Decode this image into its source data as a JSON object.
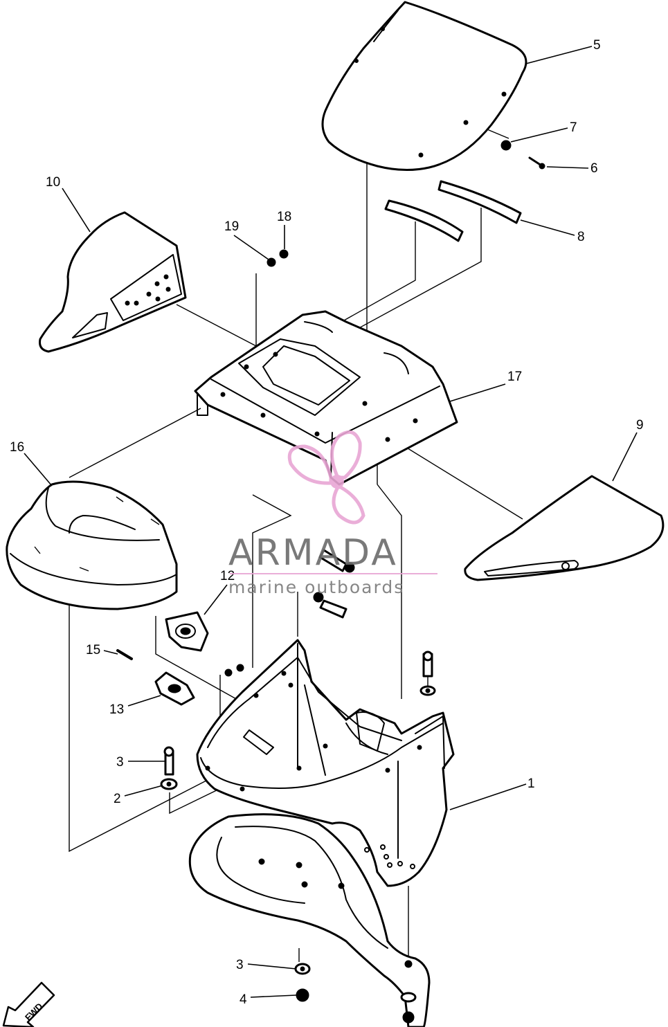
{
  "callouts": [
    {
      "id": "p5",
      "label": "5"
    },
    {
      "id": "p7",
      "label": "7"
    },
    {
      "id": "p6",
      "label": "6"
    },
    {
      "id": "p8",
      "label": "8"
    },
    {
      "id": "p10",
      "label": "10"
    },
    {
      "id": "p19",
      "label": "19"
    },
    {
      "id": "p18",
      "label": "18"
    },
    {
      "id": "p17",
      "label": "17"
    },
    {
      "id": "p16",
      "label": "16"
    },
    {
      "id": "p9",
      "label": "9"
    },
    {
      "id": "p12",
      "label": "12"
    },
    {
      "id": "p15",
      "label": "15"
    },
    {
      "id": "p13",
      "label": "13"
    },
    {
      "id": "p3a",
      "label": "3"
    },
    {
      "id": "p2",
      "label": "2"
    },
    {
      "id": "p1",
      "label": "1"
    },
    {
      "id": "p3b",
      "label": "3"
    },
    {
      "id": "p4",
      "label": "4"
    }
  ],
  "watermark": {
    "brand": "ARMADA",
    "tagline": "marine outboards",
    "color_main": "#6b6b6b",
    "color_accent": "#e8a6d4"
  },
  "direction": {
    "label": "FWD",
    "icon": "arrow-forward-icon"
  }
}
